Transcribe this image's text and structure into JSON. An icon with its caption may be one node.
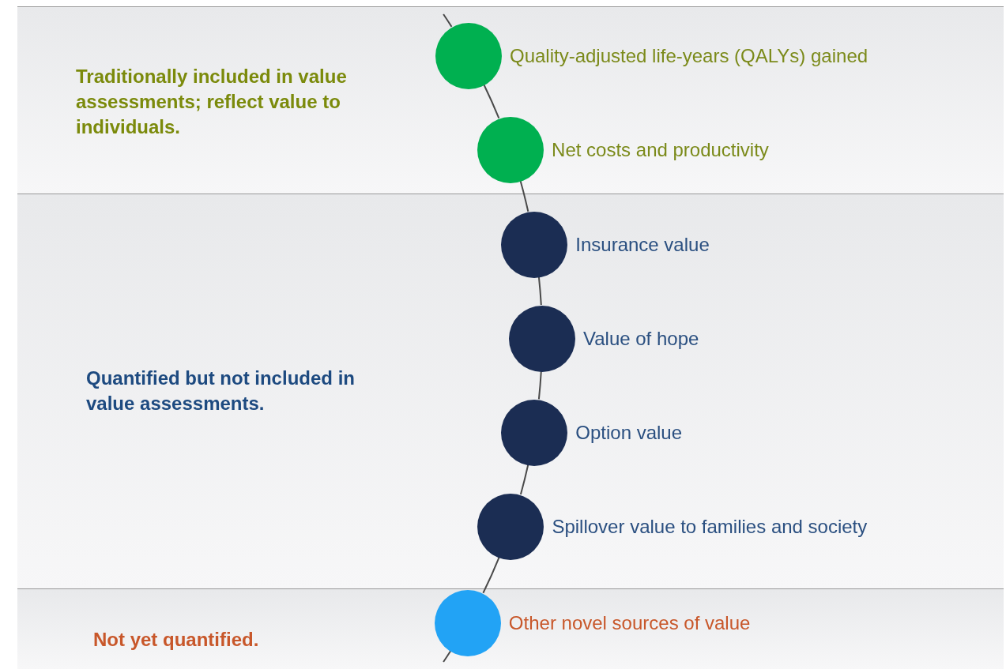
{
  "diagram": {
    "nodes": [
      {
        "text": [
          "Traditionally included in value assessments; reflect value to individuals."
        ]
      },
      {
        "text": [],
        "shape": "circle",
        "in": 0,
        "beside": [
          "Quality-adjusted life-years (QALYs) gained"
        ]
      },
      {
        "text": [],
        "shape": "circle",
        "in": 0,
        "beside": [
          "Net costs and productivity"
        ]
      },
      {
        "text": [
          "**Quantified but not included in value assessments**."
        ]
      },
      {
        "text": [],
        "shape": "circle",
        "in": 3,
        "beside": [
          "Insurance value"
        ]
      },
      {
        "text": [],
        "shape": "circle",
        "in": 3,
        "beside": [
          "Value of hope"
        ]
      },
      {
        "text": [],
        "shape": "circle",
        "in": 3,
        "beside": [
          "Option value"
        ]
      },
      {
        "text": [],
        "shape": "circle",
        "in": 3,
        "beside": [
          "Spillover value to families and society"
        ]
      },
      {
        "text": [
          "Not yet quantified."
        ]
      },
      {
        "text": [],
        "shape": "circle",
        "in": 8,
        "beside": [
          "Other novel sources of value"
        ]
      }
    ],
    "edges": [
      {
        "from": null,
        "to": 1,
        "arrow": "none"
      },
      {
        "from": 1,
        "to": 2,
        "arrow": "none"
      },
      {
        "from": 2,
        "to": 4,
        "arrow": "none"
      },
      {
        "from": 4,
        "to": 5,
        "arrow": "none"
      },
      {
        "from": 5,
        "to": 6,
        "arrow": "none"
      },
      {
        "from": 6,
        "to": 7,
        "arrow": "none"
      },
      {
        "from": 7,
        "to": 9,
        "arrow": "none"
      },
      {
        "from": 9,
        "to": null,
        "arrow": "none"
      }
    ]
  }
}
